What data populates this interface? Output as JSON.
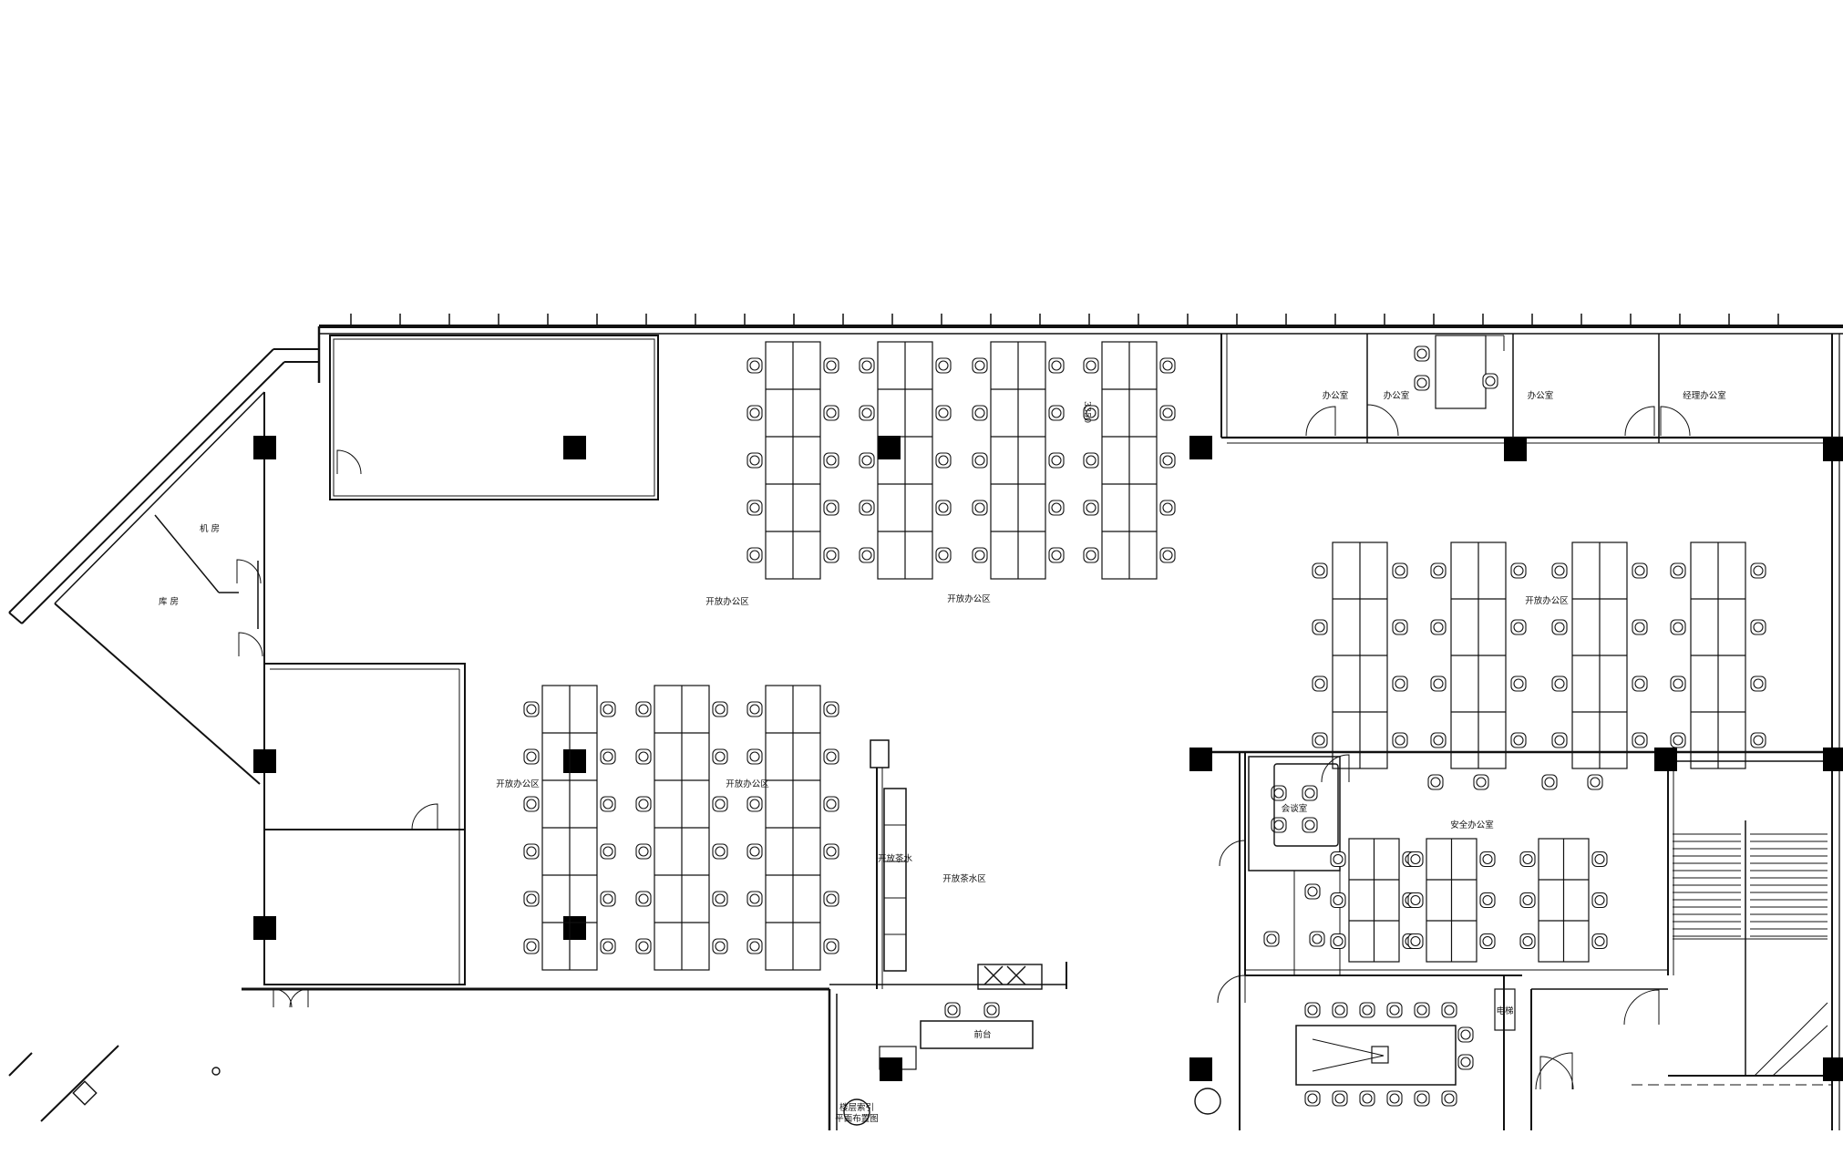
{
  "labels": {
    "machine_room": "机 房",
    "storage": "库 房",
    "open_office_1": "开放办公区",
    "open_office_2": "开放办公区",
    "open_office_3": "开放办公区",
    "open_office_4": "开放办公区",
    "open_office_5": "开放办公区",
    "tea_area": "开放茶水区",
    "tea_cabinet": "开放茶水",
    "office_1": "办公室",
    "office_2": "办公室",
    "office_3": "办公室",
    "manager_office": "经理办公室",
    "security_office": "安全办公室",
    "reception_room": "会谈室",
    "front_desk": "前台",
    "elevator": "电梯",
    "dimension": "3350",
    "sign_1": "楼层索引",
    "sign_2": "平面布置图"
  },
  "colors": {
    "line": "#111111",
    "column": "#000000",
    "background": "#ffffff"
  }
}
